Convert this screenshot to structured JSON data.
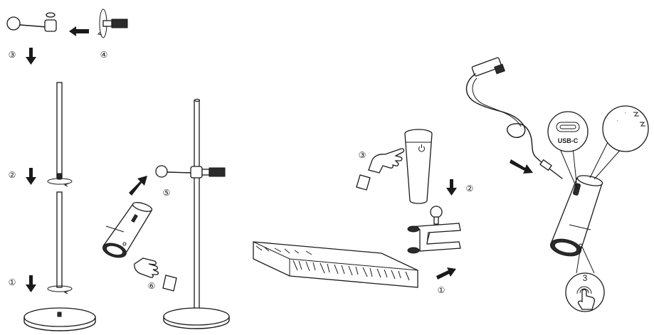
{
  "steps": {
    "step_a1": "①",
    "step_a2": "②",
    "step_a3": "③",
    "step_a4": "④",
    "step_a5": "⑤",
    "step_a6": "⑥",
    "step_b1": "①",
    "step_b2": "②",
    "step_b3": "③"
  },
  "labels": {
    "usb_c": "USB-C",
    "press_count": "3"
  },
  "icons": [
    "power-icon",
    "magnet-icon",
    "usb-c-port-icon",
    "finger-press-icon",
    "arrow-icon"
  ],
  "colors": {
    "line": "#1a1a1a",
    "background": "#ffffff",
    "shade": "#2b2b2b"
  }
}
